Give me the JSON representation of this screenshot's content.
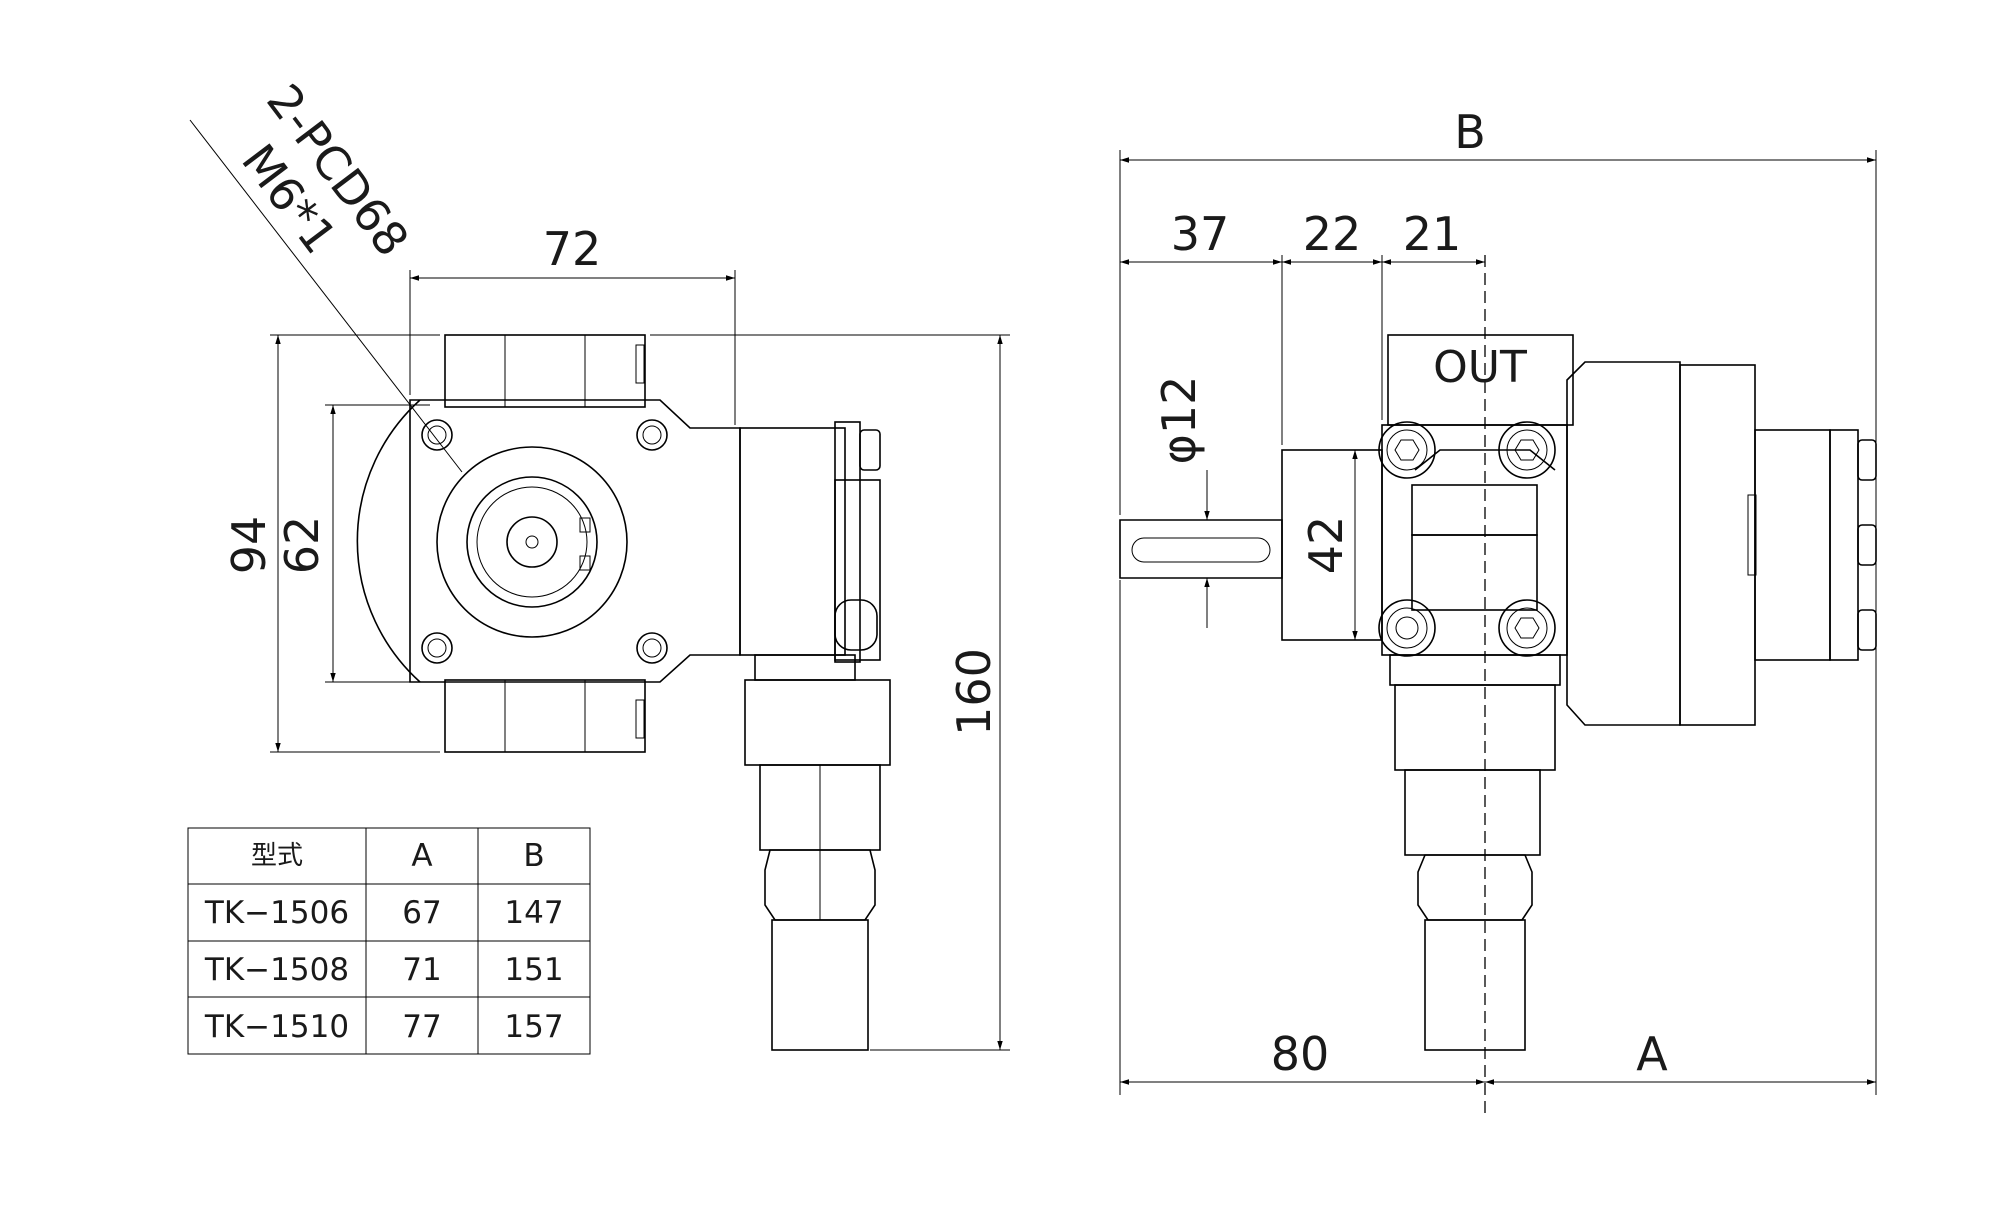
{
  "colors": {
    "line": "#000000",
    "text": "#1a1a1a",
    "background": "#ffffff"
  },
  "left_view": {
    "callout_line1": "2-PCD68",
    "callout_line2": "M6*1",
    "dim_width": "72",
    "dim_height_outer": "94",
    "dim_height_inner": "62",
    "dim_total_height": "160"
  },
  "right_view": {
    "dim_overall": "B",
    "dim_1": "37",
    "dim_2": "22",
    "dim_3": "21",
    "dim_shaft_dia": "φ12",
    "dim_height": "42",
    "dim_bottom_left": "80",
    "dim_bottom_right": "A",
    "label_out": "OUT"
  },
  "table": {
    "headers": [
      "型式",
      "A",
      "B"
    ],
    "rows": [
      [
        "TK−1506",
        "67",
        "147"
      ],
      [
        "TK−1508",
        "71",
        "151"
      ],
      [
        "TK−1510",
        "77",
        "157"
      ]
    ]
  }
}
